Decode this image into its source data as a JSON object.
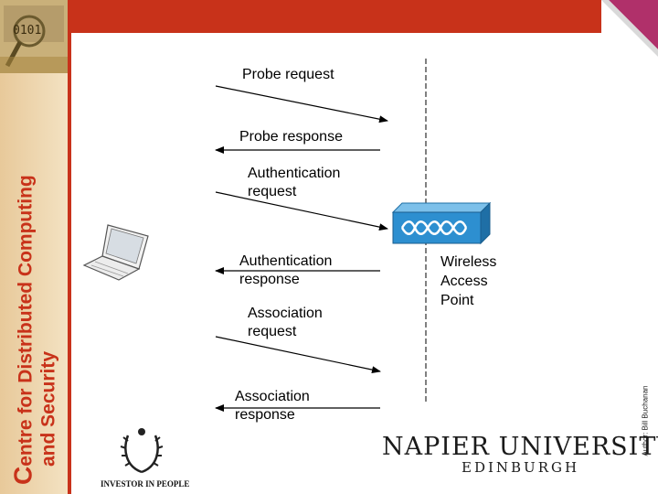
{
  "sidebar": {
    "title_line1_initial": "C",
    "title_line1_rest": "entre for Distributed Computing",
    "title_line2": "and Security",
    "logo_text": "0101"
  },
  "messages": [
    {
      "label": "Probe request",
      "direction": "to-access-point"
    },
    {
      "label": "Probe response",
      "direction": "to-client"
    },
    {
      "label": "Authentication\nrequest",
      "direction": "to-access-point"
    },
    {
      "label": "Authentication\nresponse",
      "direction": "to-client"
    },
    {
      "label": "Association\nrequest",
      "direction": "to-access-point"
    },
    {
      "label": "Association\nresponse",
      "direction": "to-client"
    }
  ],
  "access_point": {
    "label": "Wireless\nAccess\nPoint"
  },
  "footer": {
    "author": "Author: Bill Buchanan",
    "university_name": "NAPIER UNIVERSITY",
    "university_city": "EDINBURGH",
    "investor_text": "INVESTOR IN PEOPLE"
  },
  "colors": {
    "brand_red": "#c8321a",
    "corner_magenta": "#b0306a",
    "access_point_blue": "#2d8fd0"
  }
}
